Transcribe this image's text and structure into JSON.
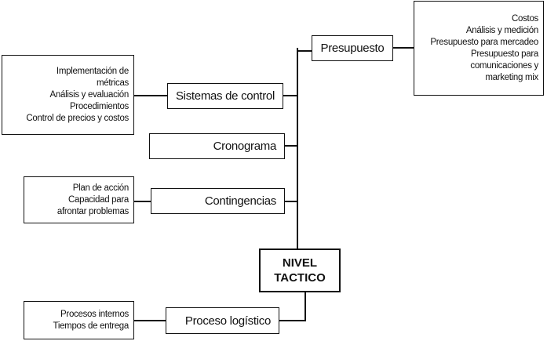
{
  "root": {
    "label": "NIVEL\nTACTICO"
  },
  "branches": [
    {
      "label": "Presupuesto",
      "details": [
        "Costos",
        "Análisis y medición",
        "Presupuesto para mercadeo",
        "Presupuesto para",
        "comunicaciones y",
        "marketing mix"
      ]
    },
    {
      "label": "Sistemas de control",
      "details": [
        "Implementación de",
        "métricas",
        "Análisis y evaluación",
        "Procedimientos",
        "Control de precios y costos"
      ]
    },
    {
      "label": "Cronograma",
      "details": []
    },
    {
      "label": "Contingencias",
      "details": [
        "Plan de acción",
        "Capacidad para",
        "afrontar problemas"
      ]
    },
    {
      "label": "Proceso logístico",
      "details": [
        "Procesos internos",
        "Tiempos de entrega"
      ]
    }
  ]
}
